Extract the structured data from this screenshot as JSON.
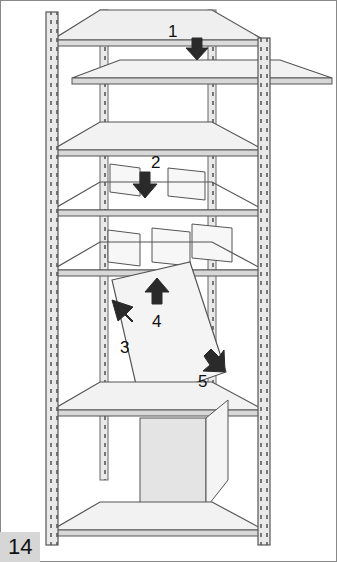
{
  "diagram": {
    "nodes": [
      {
        "text": [
          "14"
        ]
      }
    ],
    "labels": [
      "1",
      "2",
      "3",
      "4",
      "5"
    ]
  }
}
